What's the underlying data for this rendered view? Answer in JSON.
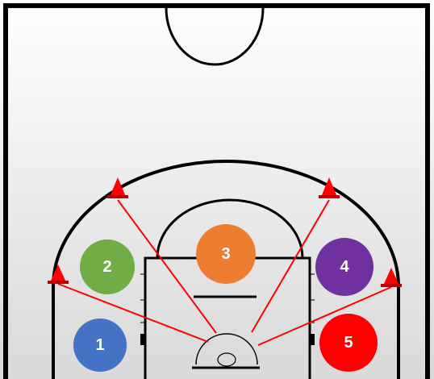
{
  "court": {
    "background_top": "#ffffff",
    "background_bottom": "#d9d9d9",
    "line_color": "#000000",
    "pass_line_color": "#ff0000",
    "cone_color": "#ff0000"
  },
  "players": [
    {
      "id": "player-1",
      "label": "1",
      "color": "#4472c4"
    },
    {
      "id": "player-2",
      "label": "2",
      "color": "#70ad47"
    },
    {
      "id": "player-3",
      "label": "3",
      "color": "#ed7d31"
    },
    {
      "id": "player-4",
      "label": "4",
      "color": "#7030a0"
    },
    {
      "id": "player-5",
      "label": "5",
      "color": "#ff0000"
    }
  ],
  "cones": [
    {
      "id": "cone-left-corner"
    },
    {
      "id": "cone-left-wing"
    },
    {
      "id": "cone-right-wing"
    },
    {
      "id": "cone-right-corner"
    }
  ]
}
